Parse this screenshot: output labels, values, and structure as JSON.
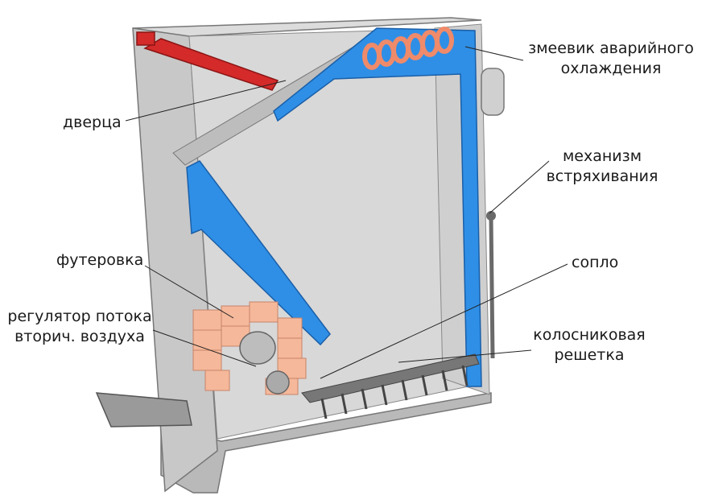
{
  "labels": {
    "door": "дверца",
    "coil_line1": "змеевик аварийного",
    "coil_line2": "охлаждения",
    "shaker_line1": "механизм",
    "shaker_line2": "встряхивания",
    "lining": "футеровка",
    "nozzle": "сопло",
    "regulator_line1": "регулятор потока",
    "regulator_line2": "вторич. воздуха",
    "grate_line1": "колосниковая",
    "grate_line2": "решетка"
  },
  "colors": {
    "water_jacket": "#2f8fe6",
    "door_lever": "#d42a2a",
    "coil": "#ef8a6a",
    "lining_brick": "#f5b89a",
    "steel": "#c9c9c9",
    "steel_dark": "#9a9a9a",
    "interior": "#d6d6d6",
    "grate": "#555555"
  }
}
